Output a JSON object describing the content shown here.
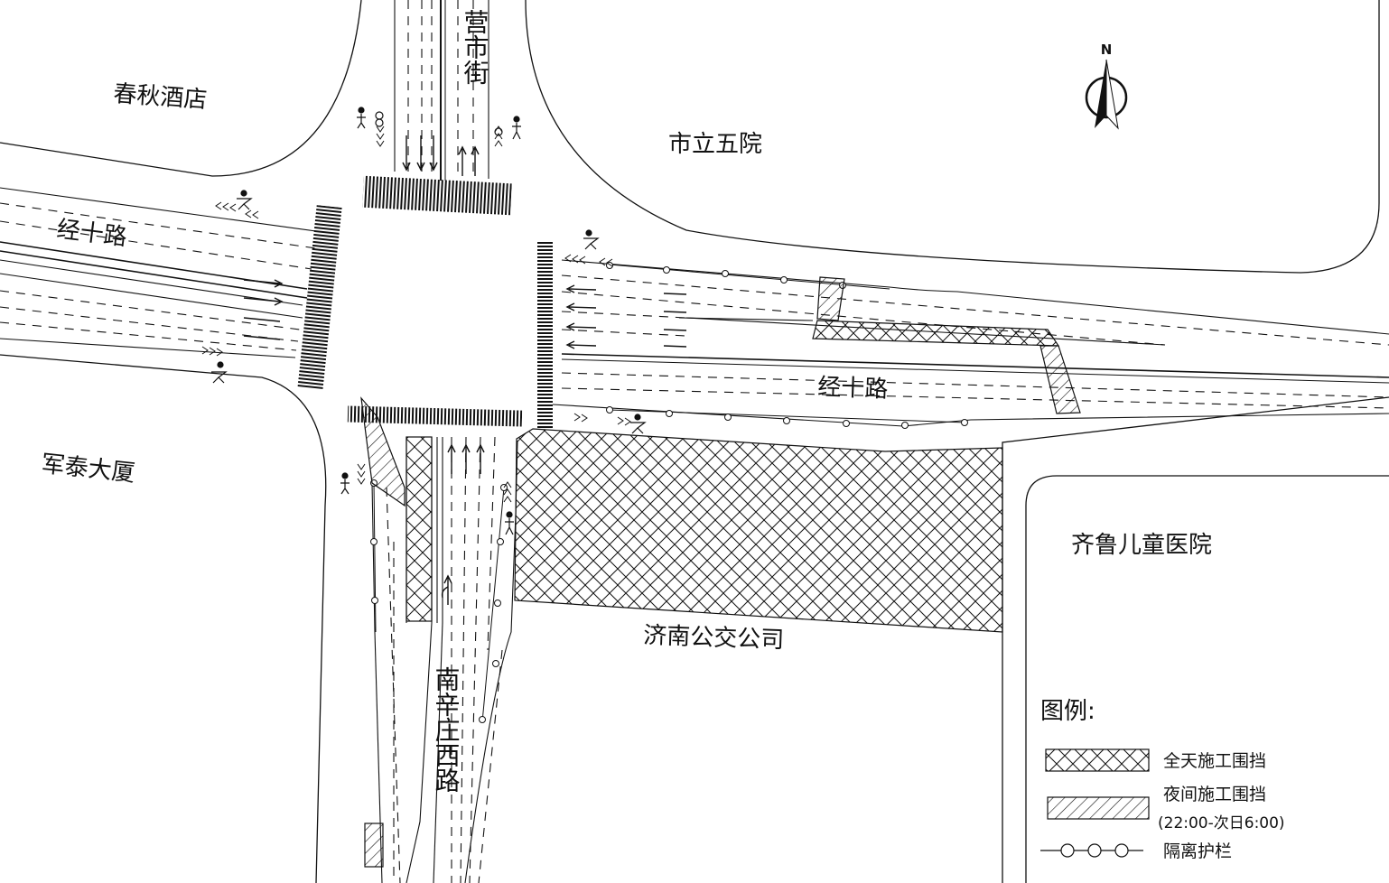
{
  "labels": {
    "chunqiu_hotel": "春秋酒店",
    "shili_wuyuan": "市立五院",
    "juntai_building": "军泰大厦",
    "qilu_hospital": "齐鲁儿童医院",
    "jinan_bus": "济南公交公司",
    "jingshi_road_west": "经十路",
    "jingshi_road_east": "经十路",
    "yingshi_street": "营市街",
    "nanxinzhuang_road": "南辛庄西路",
    "north": "N"
  },
  "legend": {
    "title": "图例:",
    "full_day": "全天施工围挡",
    "night": "夜间施工围挡",
    "night_hours": "(22:00-次日6:00)",
    "barrier": "隔离护栏"
  },
  "colors": {
    "line": "#111111",
    "background": "#ffffff"
  }
}
